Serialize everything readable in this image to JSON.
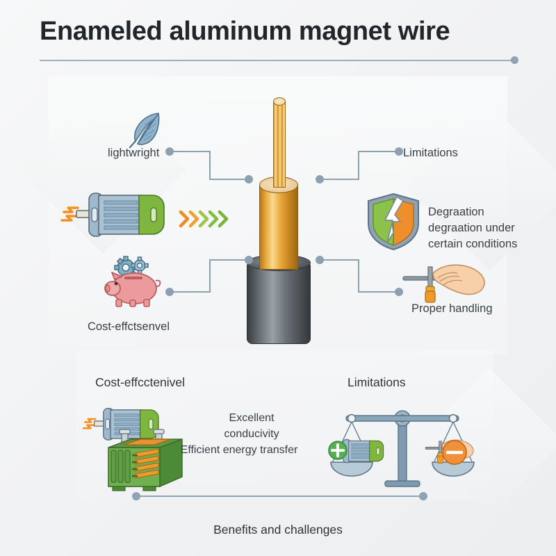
{
  "header": {
    "title": "Enameled aluminum magnet wire"
  },
  "colors": {
    "background": "#f4f5f6",
    "accent_line": "#8ca0b0",
    "text": "#3a4046",
    "title": "#22262a",
    "green": "#7cb342",
    "orange": "#f08a22",
    "copper": "#e8a93d",
    "sheath": "#55595e"
  },
  "center": {
    "name": "enameled-aluminum-wire-cutaway",
    "layers": [
      "aluminum-strand-core",
      "copper-conductor",
      "insulation-sheath"
    ]
  },
  "callouts": [
    {
      "id": "lightweight",
      "side": "left",
      "label": "lightwright",
      "icon": "feather-icon"
    },
    {
      "id": "cost-effective",
      "side": "left",
      "label": "Cost-effctsenvel",
      "icon": "piggy-bank-icon"
    },
    {
      "id": "limitations",
      "side": "right",
      "label": "Limitations",
      "icon": null
    },
    {
      "id": "proper-handling",
      "side": "right",
      "label": "Proper handling",
      "icon": "hand-screwdriver-icon"
    }
  ],
  "side_notes": [
    {
      "id": "degradation",
      "icon": "shield-broken-icon",
      "lines": [
        "Degraation",
        "degraation under",
        "certain conditions"
      ]
    }
  ],
  "middle": {
    "motor_icon": "electric-motor-icon",
    "arrows_icon": "chevron-arrows-icon",
    "arrow_count": 5,
    "arrow_colors": [
      "#f08a22",
      "#f0a030",
      "#9ec44a",
      "#86bb41",
      "#79b53c"
    ]
  },
  "bottom": {
    "left": {
      "title": "Cost-effcctenivel",
      "icons": [
        "electric-motor-icon",
        "transformer-icon"
      ]
    },
    "right": {
      "title": "Limitations",
      "icons": [
        "balance-scale-icon",
        "plus-badge-icon",
        "minus-badge-icon"
      ]
    },
    "center_text": [
      "Excellent",
      "conducivity",
      "Efficient energy transfer"
    ]
  },
  "footer": {
    "caption": "Benefits and challenges"
  }
}
